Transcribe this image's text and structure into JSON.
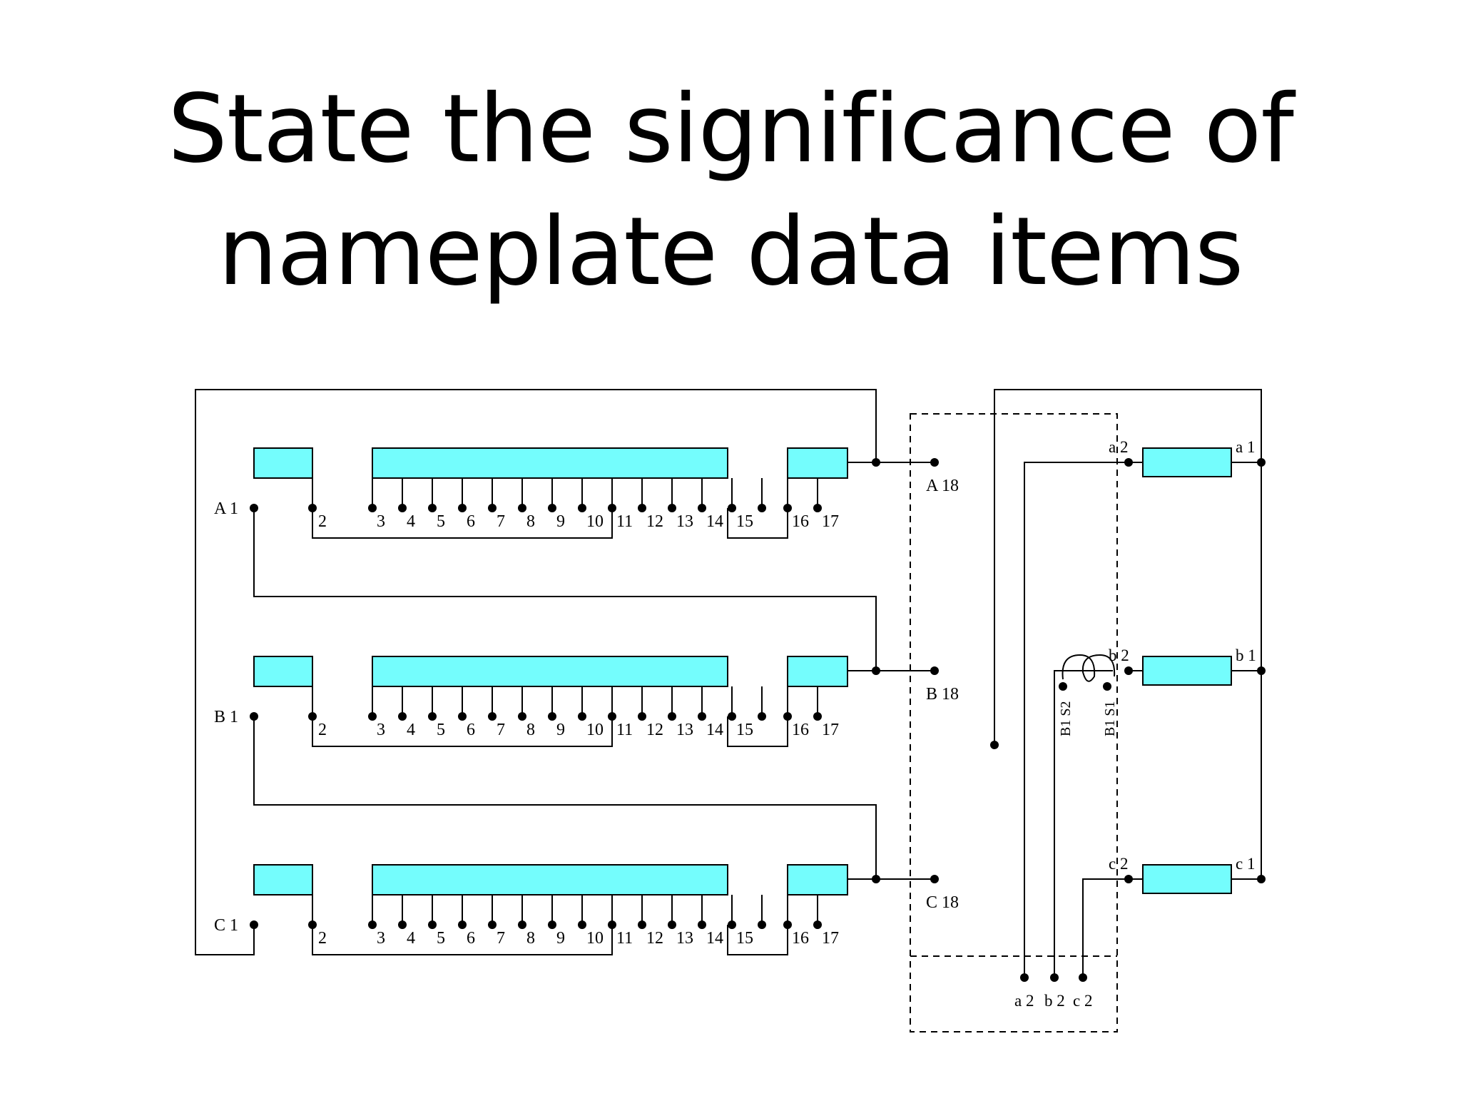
{
  "slide": {
    "title_line1": "State the significance of",
    "title_line2": "nameplate data items"
  },
  "colors": {
    "winding_fill": "#74FDFD",
    "line": "#000000",
    "background": "#FFFFFF"
  },
  "diagram": {
    "phases": [
      {
        "start_label": "A 1",
        "end_label": "A 18"
      },
      {
        "start_label": "B 1",
        "end_label": "B 18"
      },
      {
        "start_label": "C 1",
        "end_label": "C 18"
      }
    ],
    "tap_labels": [
      "2",
      "3",
      "4",
      "5",
      "6",
      "7",
      "8",
      "9",
      "10",
      "11",
      "12",
      "13",
      "14",
      "15",
      "16",
      "17"
    ],
    "secondary": [
      {
        "top_label": "a 2",
        "right_label": "a 1"
      },
      {
        "top_label": "b 2",
        "right_label": "b 1"
      },
      {
        "top_label": "c 2",
        "right_label": "c 1"
      }
    ],
    "ct_labels": [
      "B1 S2",
      "B1 S1"
    ],
    "bottom_terminals": [
      "a 2",
      "b 2",
      "c 2"
    ]
  }
}
